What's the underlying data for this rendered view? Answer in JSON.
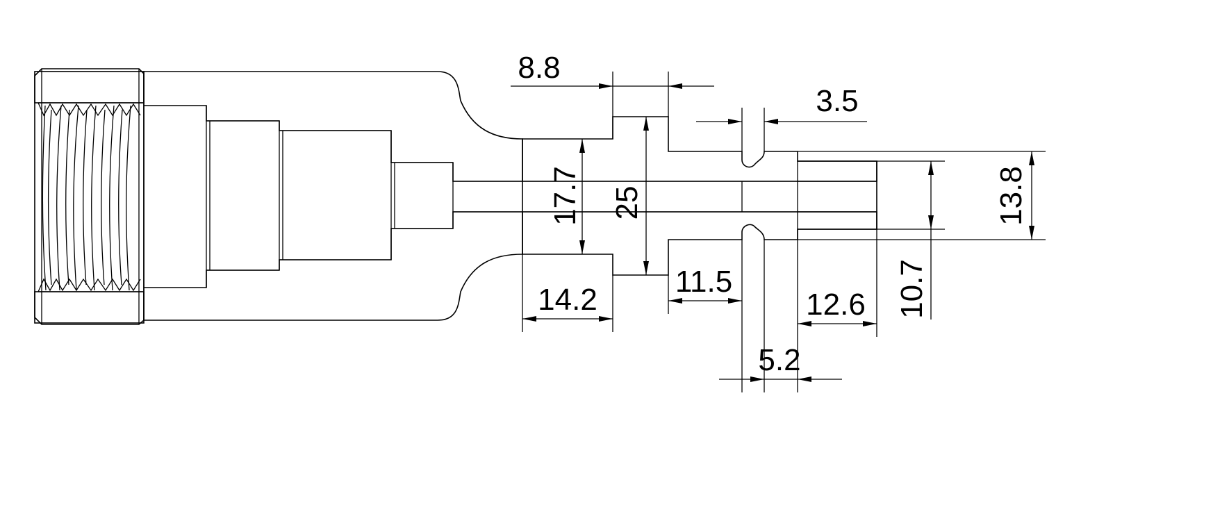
{
  "drawing": {
    "type": "technical section drawing",
    "dimensions": {
      "d_8_8": "8.8",
      "d_3_5": "3.5",
      "d_13_8": "13.8",
      "d_17_7": "17.7",
      "d_25": "25",
      "d_14_2": "14.2",
      "d_11_5": "11.5",
      "d_12_6": "12.6",
      "d_10_7": "10.7",
      "d_5_2": "5.2"
    }
  }
}
